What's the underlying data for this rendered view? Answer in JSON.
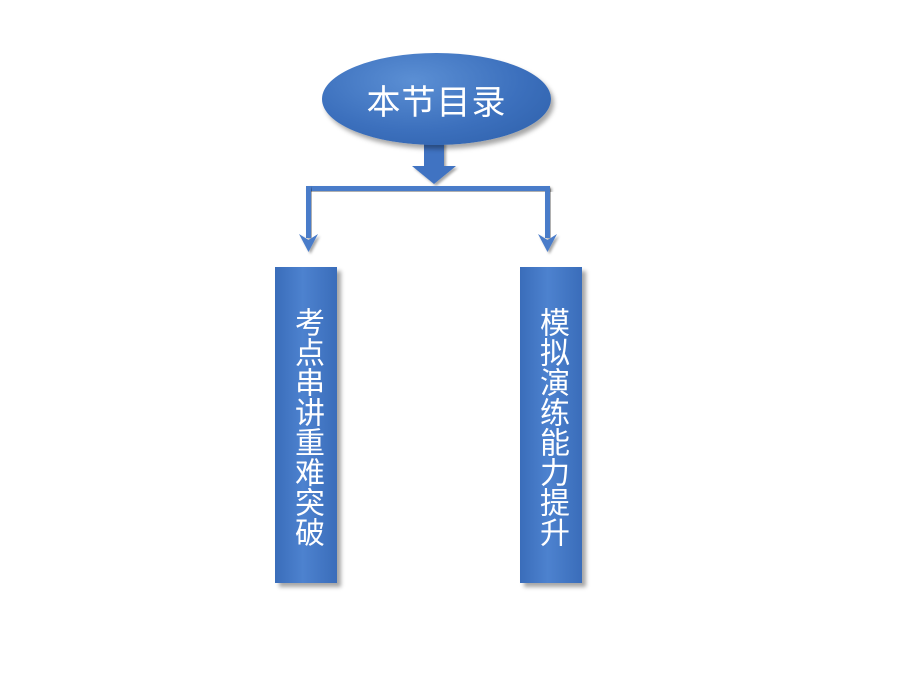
{
  "diagram": {
    "root": {
      "label": "本节目录"
    },
    "branches": [
      {
        "label": "考点串讲重难突破"
      },
      {
        "label": "模拟演练能力提升"
      }
    ]
  },
  "colors": {
    "node_fill": "#3c70bd",
    "connector": "#4a7cc9",
    "text": "#ffffff"
  }
}
